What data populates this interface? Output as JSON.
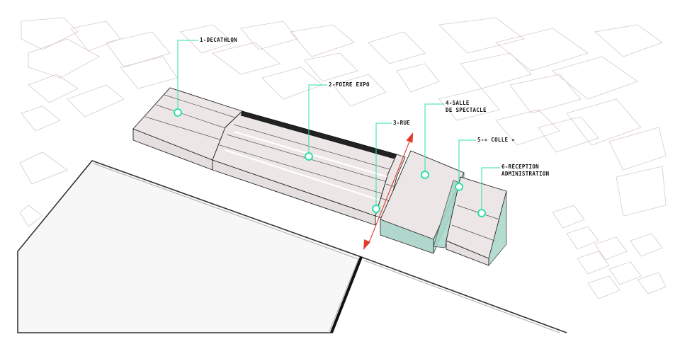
{
  "labels": {
    "decathlon": "1-DECATHLON",
    "foire": "2-FOIRE EXPO",
    "rue": "3-RUE",
    "salle_1": "4-SALLE",
    "salle_2": "DE SPECTACLE",
    "colle": "5-« COLLE »",
    "reception_1": "6-RÉCEPTION",
    "reception_2": "ADMINISTRATION"
  },
  "colors": {
    "accent": "#2fe0a8",
    "arrow": "#e23a2a",
    "context_lines": "#d9c9c9",
    "building_roof": "#ece7e6",
    "glass": "#a8d6c9"
  }
}
